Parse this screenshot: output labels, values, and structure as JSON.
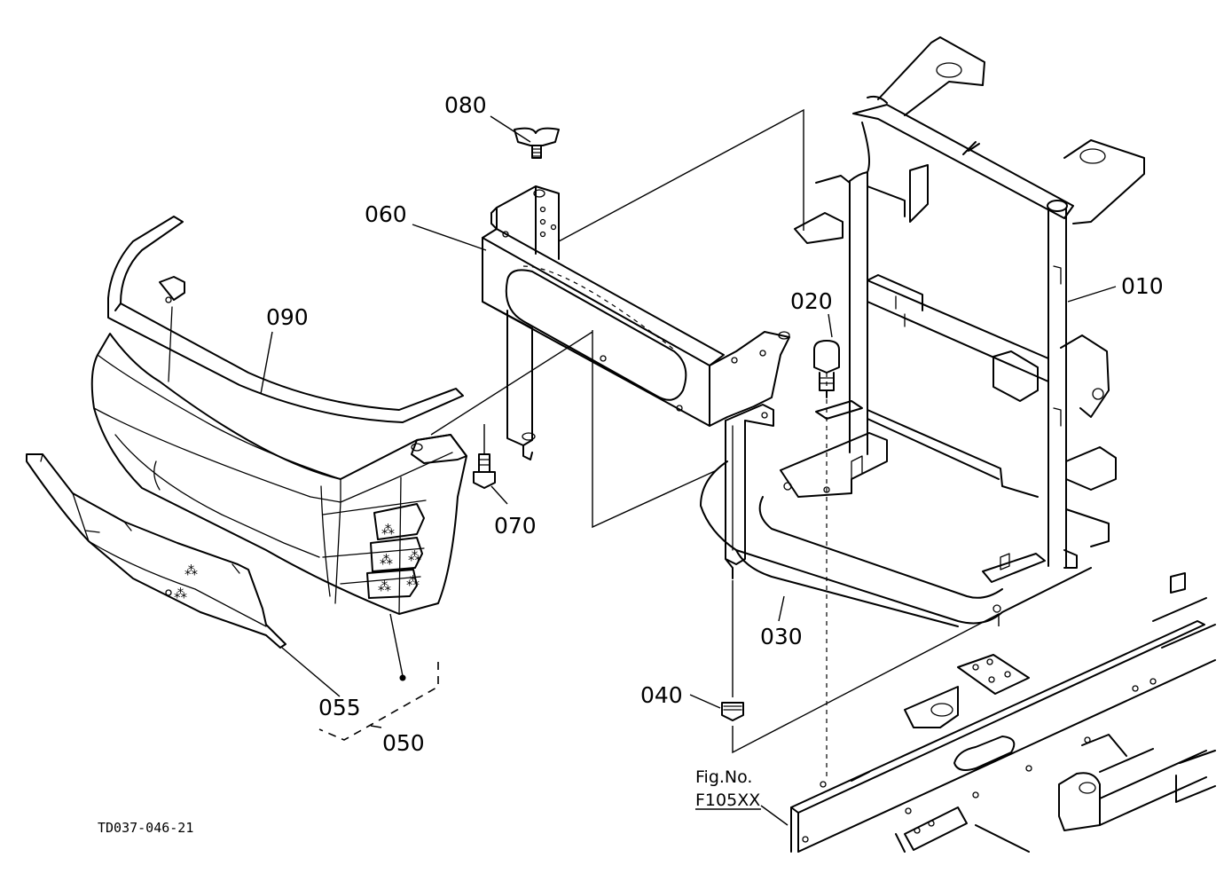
{
  "diagram": {
    "parts": [
      {
        "id": "p010",
        "number": "010"
      },
      {
        "id": "p020",
        "number": "020"
      },
      {
        "id": "p030",
        "number": "030"
      },
      {
        "id": "p040",
        "number": "040"
      },
      {
        "id": "p050",
        "number": "050"
      },
      {
        "id": "p055",
        "number": "055"
      },
      {
        "id": "p060",
        "number": "060"
      },
      {
        "id": "p070",
        "number": "070"
      },
      {
        "id": "p080",
        "number": "080"
      },
      {
        "id": "p090",
        "number": "090"
      }
    ],
    "reference": {
      "line1": "Fig.No.",
      "line2": "F105XX"
    },
    "drawing_code": "TD037-046-21"
  }
}
